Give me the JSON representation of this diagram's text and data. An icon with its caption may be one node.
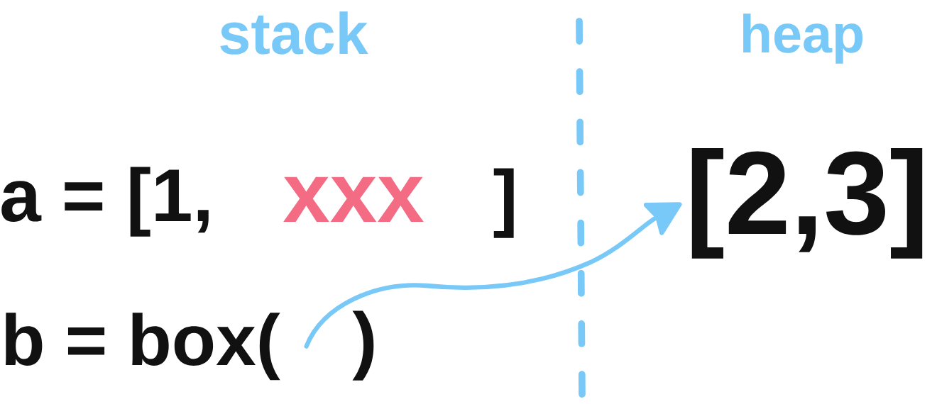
{
  "diagram": {
    "nodes": [
      {
        "text": [
          "[2,3]"
        ]
      },
      {
        "text": [
          "b = box("
        ]
      }
    ],
    "edges": [
      {
        "from": 1,
        "to": 0,
        "arrow": "to"
      }
    ],
    "labels": [
      "stack",
      "heap",
      "a = [1,",
      "xxx",
      "]",
      ")"
    ]
  }
}
